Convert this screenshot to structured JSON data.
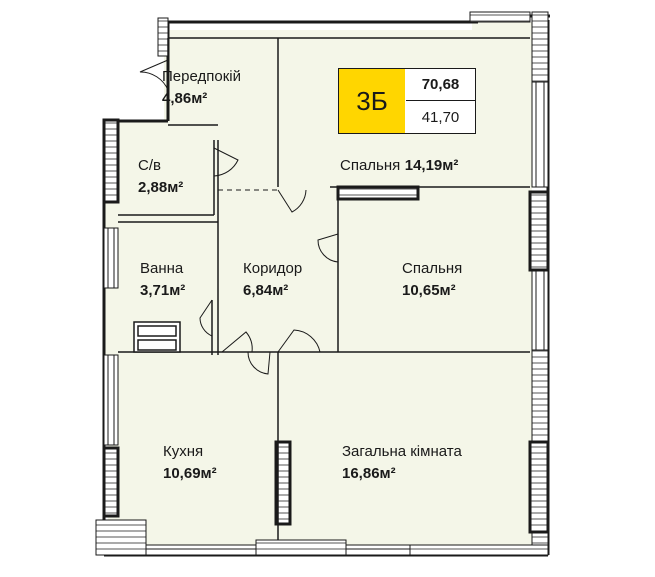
{
  "badge": {
    "type": "3Б",
    "total_area": "70,68",
    "living_area": "41,70",
    "color": "#ffd600"
  },
  "rooms": {
    "hallway": {
      "name": "Передпокій",
      "area": "4,86м²"
    },
    "wc": {
      "name": "С/в",
      "area": "2,88м²"
    },
    "bathroom": {
      "name": "Ванна",
      "area": "3,71м²"
    },
    "corridor": {
      "name": "Коридор",
      "area": "6,84м²"
    },
    "bedroom1": {
      "name": "Спальня",
      "area": "14,19м²"
    },
    "bedroom2": {
      "name": "Спальня",
      "area": "10,65м²"
    },
    "kitchen": {
      "name": "Кухня",
      "area": "10,69м²"
    },
    "living": {
      "name": "Загальна кімната",
      "area": "16,86м²"
    }
  },
  "colors": {
    "floor": "#f4f6e8",
    "wall": "#1a1a1a",
    "accent": "#ffd600"
  }
}
